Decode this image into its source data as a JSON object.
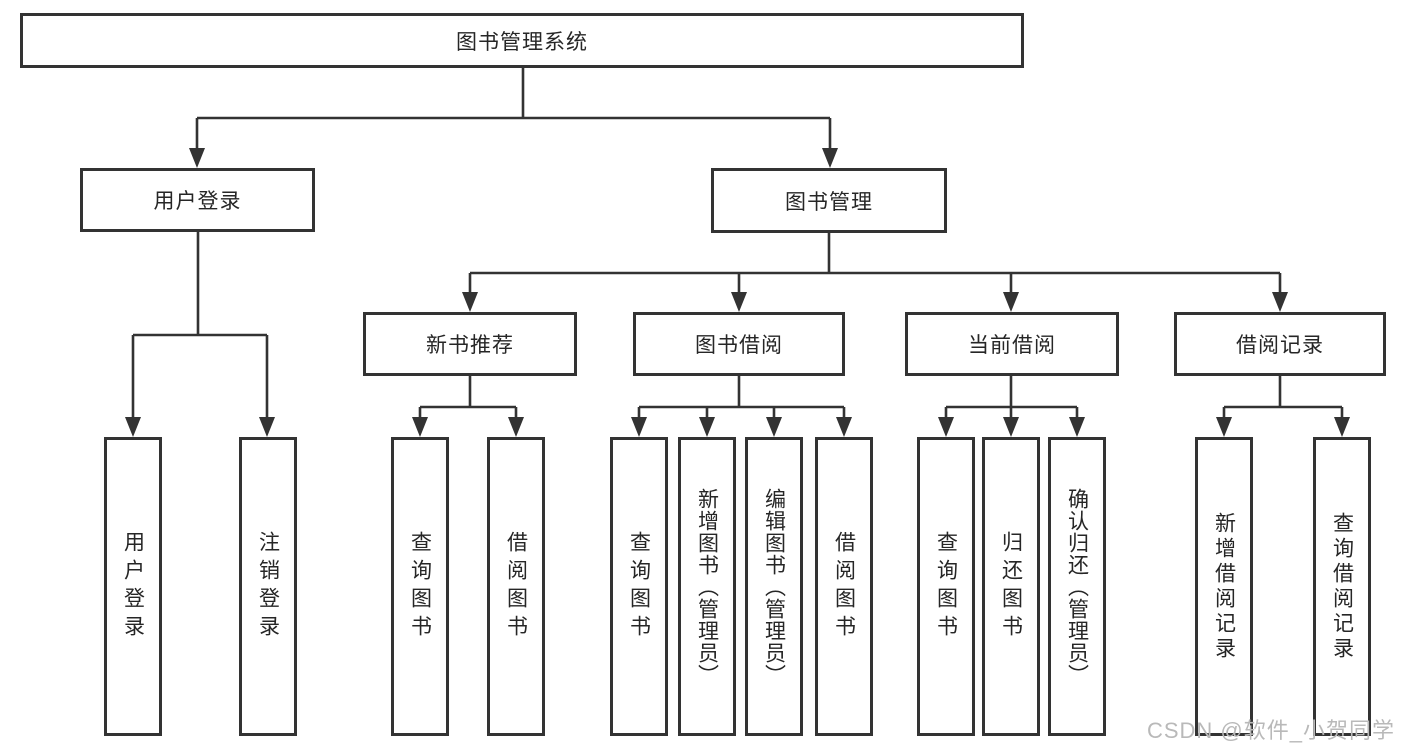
{
  "diagram": {
    "type": "hierarchy-tree",
    "nodes": {
      "root": "图书管理系统",
      "user_login": "用户登录",
      "book_mgmt": "图书管理",
      "new_book_rec": "新书推荐",
      "book_borrow": "图书借阅",
      "current_borrow": "当前借阅",
      "borrow_record": "借阅记录",
      "ul_login": "用户登录",
      "ul_logout": "注销登录",
      "nb_query": "查询图书",
      "nb_borrow": "借阅图书",
      "bb_query": "查询图书",
      "bb_add": "新增图书（管理员）",
      "bb_edit": "编辑图书（管理员）",
      "bb_borrow": "借阅图书",
      "cb_query": "查询图书",
      "cb_return": "归还图书",
      "cb_confirm": "确认归还（管理员）",
      "br_add": "新增借阅记录",
      "br_query": "查询借阅记录"
    },
    "hierarchy": {
      "root": [
        "user_login",
        "book_mgmt"
      ],
      "user_login": [
        "ul_login",
        "ul_logout"
      ],
      "book_mgmt": [
        "new_book_rec",
        "book_borrow",
        "current_borrow",
        "borrow_record"
      ],
      "new_book_rec": [
        "nb_query",
        "nb_borrow"
      ],
      "book_borrow": [
        "bb_query",
        "bb_add",
        "bb_edit",
        "bb_borrow"
      ],
      "current_borrow": [
        "cb_query",
        "cb_return",
        "cb_confirm"
      ],
      "borrow_record": [
        "br_add",
        "br_query"
      ]
    },
    "colors": {
      "line": "#333333",
      "box_border": "#333333",
      "box_fill": "#ffffff",
      "text": "#262626",
      "watermark": "#b9b9b9",
      "background": "#ffffff"
    }
  },
  "watermark": "CSDN @软件_小贺同学"
}
